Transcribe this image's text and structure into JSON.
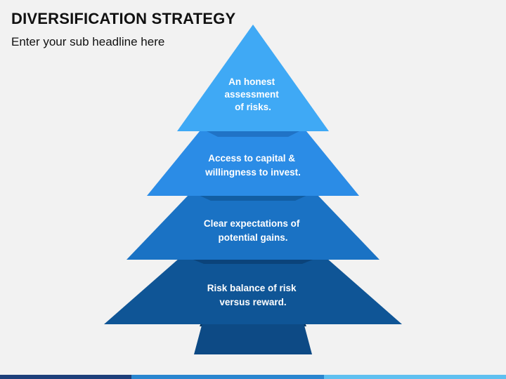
{
  "header": {
    "title": "DIVERSIFICATION STRATEGY",
    "subtitle": "Enter your sub headline here"
  },
  "pyramid": {
    "tiers": [
      {
        "lines": [
          "An honest",
          "assessment",
          "of risks."
        ],
        "color": "#3fa9f5",
        "shade": "#2a86cf"
      },
      {
        "lines": [
          "Access to capital &",
          "willingness to invest."
        ],
        "color": "#2b8ce6",
        "shade": "#1f6fc0"
      },
      {
        "lines": [
          "Clear expectations of",
          "potential gains."
        ],
        "color": "#1a72c4",
        "shade": "#125a9e"
      },
      {
        "lines": [
          "Risk balance of risk",
          "versus reward."
        ],
        "color": "#0f5596",
        "shade": "#0a4175"
      }
    ],
    "trunk_color": "#0d4a85",
    "trunk_shade": "#08365f"
  },
  "footer": {
    "bar_colors": [
      "#1d3f7a",
      "#2a86cf",
      "#5fc0f0"
    ]
  }
}
